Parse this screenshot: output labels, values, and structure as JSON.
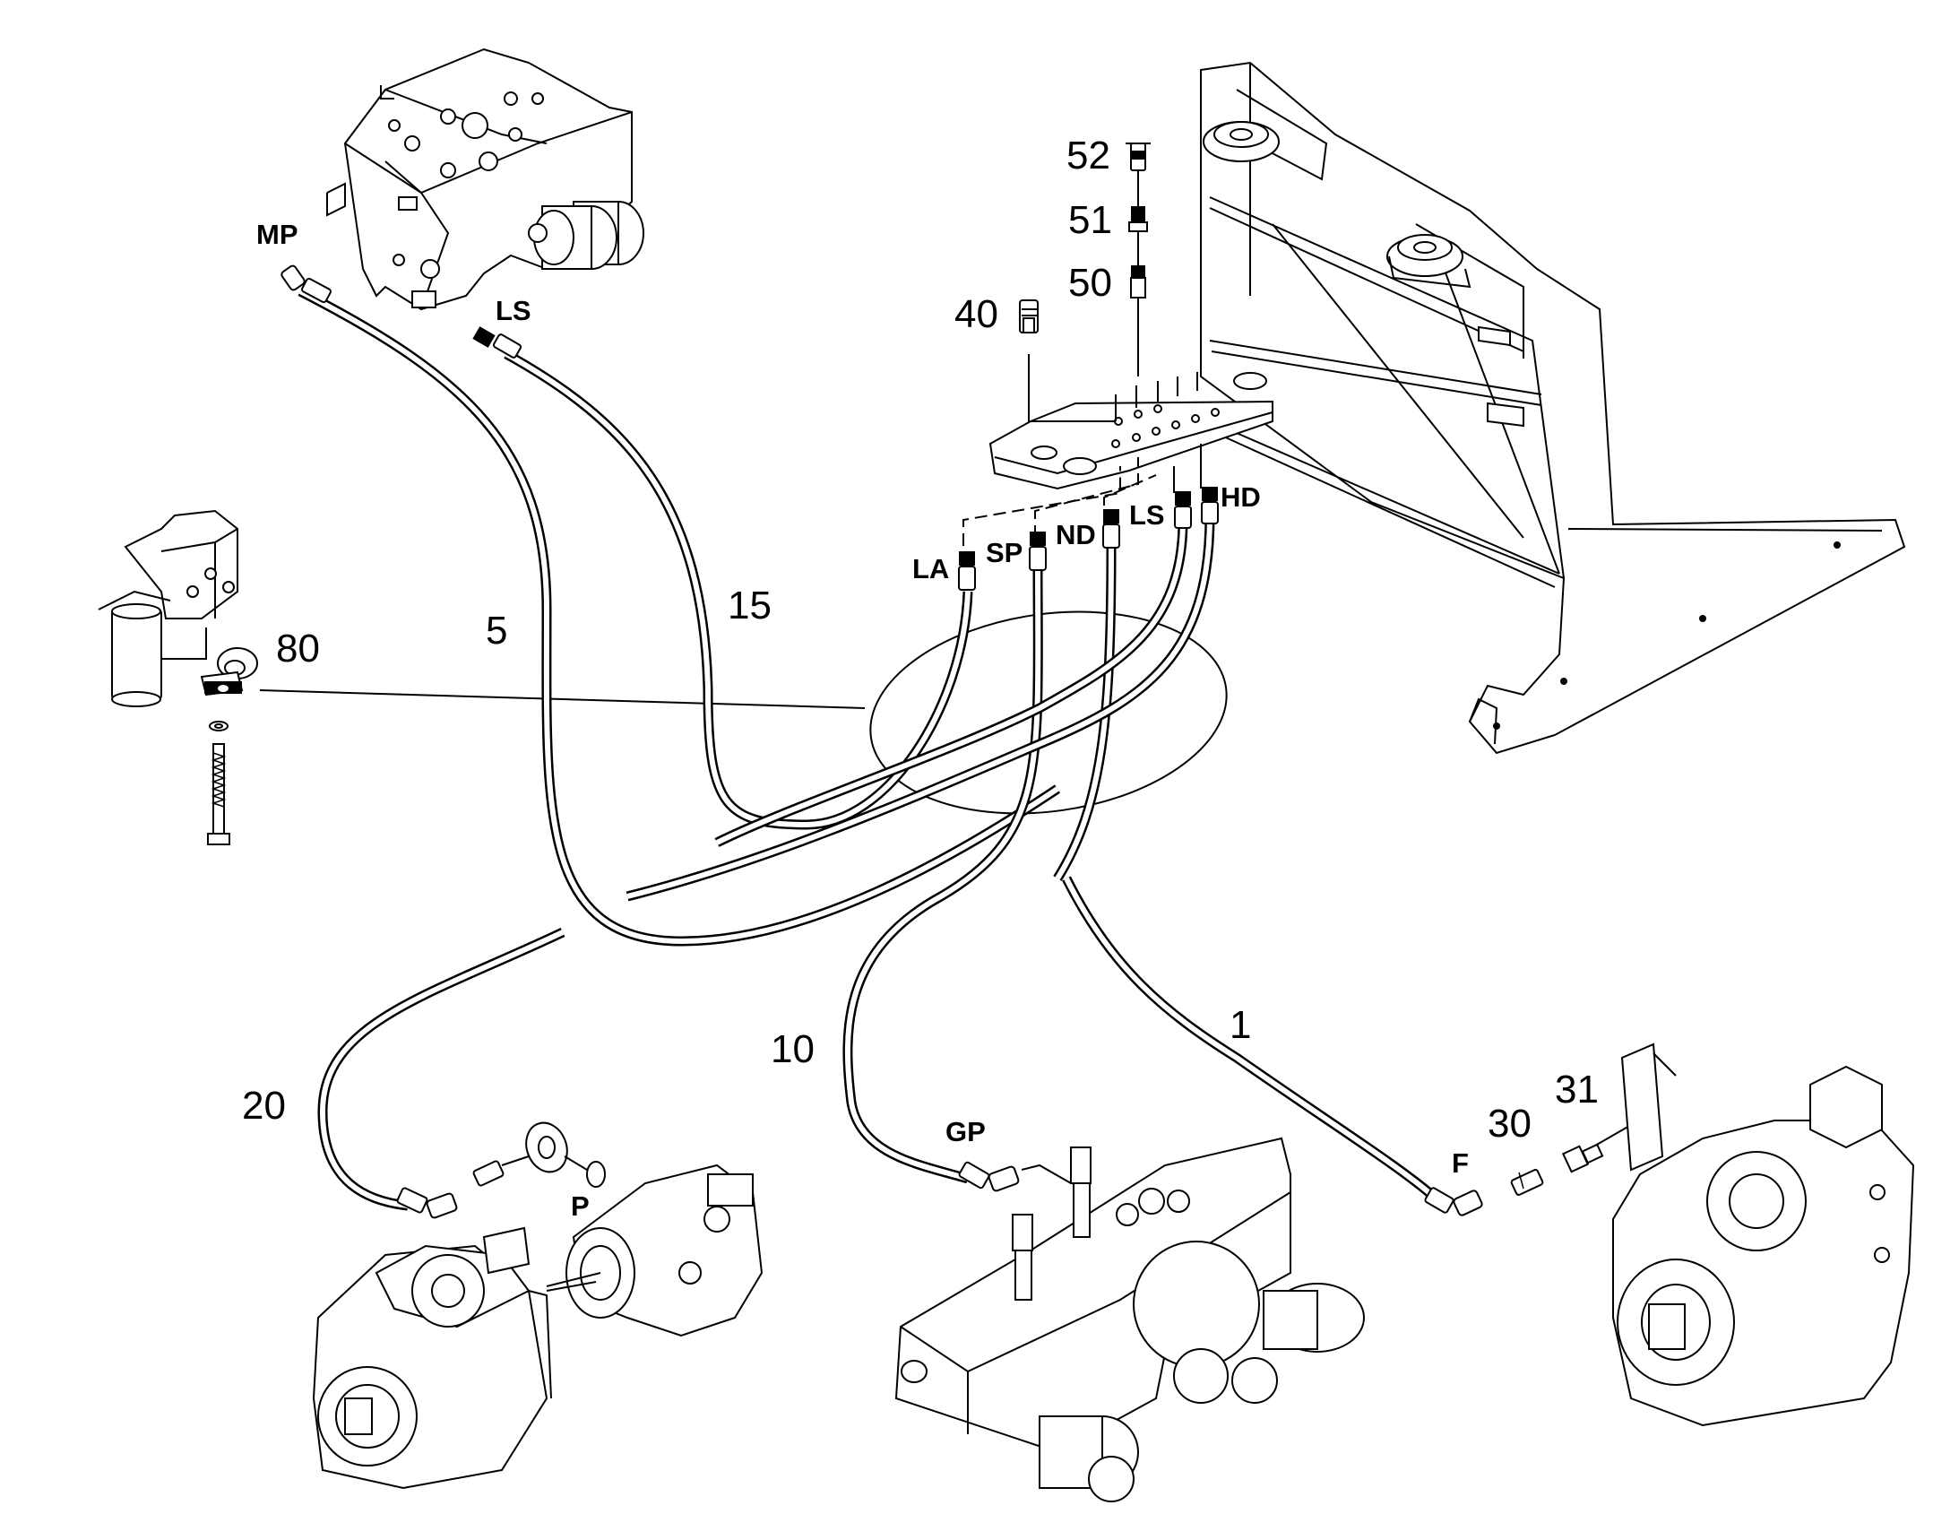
{
  "diagram": {
    "item_numbers": {
      "hose_1": "1",
      "hose_5": "5",
      "hose_10": "10",
      "hose_15": "15",
      "hose_20": "20",
      "fitting_30": "30",
      "fitting_31": "31",
      "fitting_40": "40",
      "fitting_50": "50",
      "fitting_51": "51",
      "fitting_52": "52",
      "clamp_80": "80"
    },
    "port_labels": {
      "mp": "MP",
      "ls_valve": "LS",
      "la": "LA",
      "sp": "SP",
      "nd": "ND",
      "ls_block": "LS",
      "hd": "HD",
      "gp": "GP",
      "p": "P",
      "f": "F"
    }
  }
}
